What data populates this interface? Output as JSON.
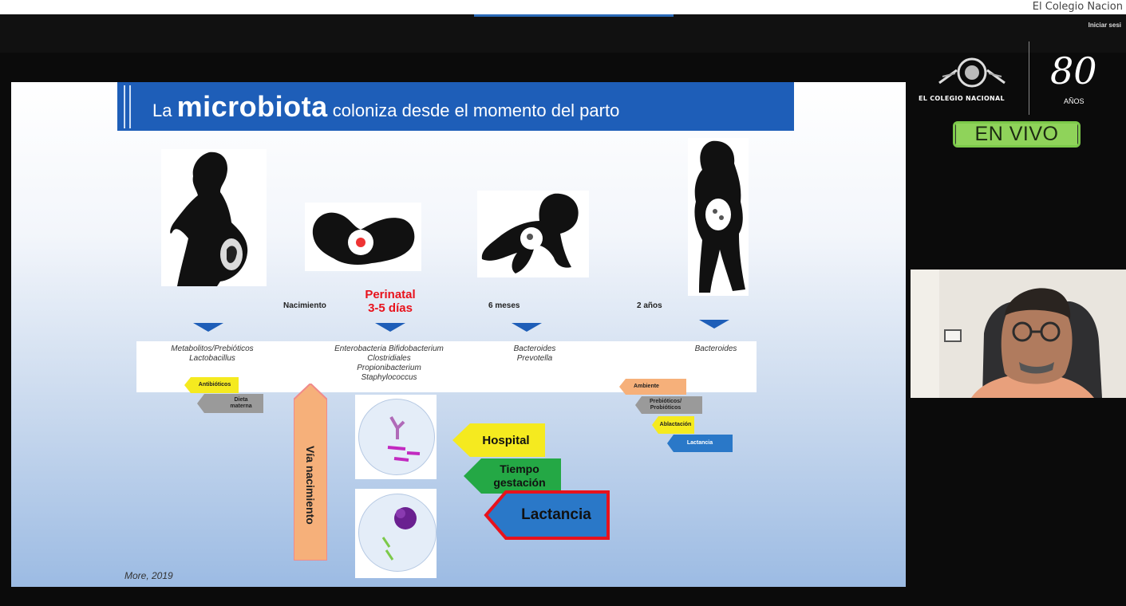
{
  "browser": {
    "institution": "El Colegio Nacion",
    "signin": "Iniciar sesi"
  },
  "slide": {
    "title_pre": "La",
    "title_key": "microbiota",
    "title_post": "coloniza desde el momento del parto",
    "timeline": {
      "nacimiento": "Nacimiento",
      "perinatal_1": "Perinatal",
      "perinatal_2": "3-5 días",
      "seis_meses": "6 meses",
      "dos_anos": "2 años"
    },
    "band": {
      "col1_1": "Metabolitos/Prebióticos",
      "col1_2": "Lactobacillus",
      "col2_1": "Enterobacteria Bifidobacterium",
      "col2_2": "Clostridiales",
      "col2_3": "Propionibacterium",
      "col2_4": "Staphylococcus",
      "col3_1": "Bacteroides",
      "col3_2": "Prevotella",
      "col4_1": "Bacteroides"
    },
    "left_tags": {
      "antibioticos": "Antibióticos",
      "dieta_1": "Dieta",
      "dieta_2": "materna"
    },
    "right_tags": {
      "ambiente": "Ambiente",
      "prebioticos_1": "Prebióticos/",
      "prebioticos_2": "Probióticos",
      "ablactacion": "Ablactación",
      "lactancia": "Lactancia"
    },
    "via_nacimiento": "Vía nacimiento",
    "factors": {
      "hospital": "Hospital",
      "tiempo_1": "Tiempo",
      "tiempo_2": "gestación",
      "lactancia": "Lactancia"
    },
    "citation": "More, 2019"
  },
  "logo": {
    "name": "EL COLEGIO NACIONAL",
    "eighty": "80",
    "anos": "AÑOS"
  },
  "badge": "EN VIVO",
  "colors": {
    "title_blue": "#1e5eb8",
    "perinatal_red": "#e8121c",
    "tag_yellow": "#f5ea1f",
    "tag_green": "#24a845",
    "tag_blue": "#2a78c8",
    "tag_orange": "#f6b07a",
    "live_green": "#8fd35a"
  }
}
